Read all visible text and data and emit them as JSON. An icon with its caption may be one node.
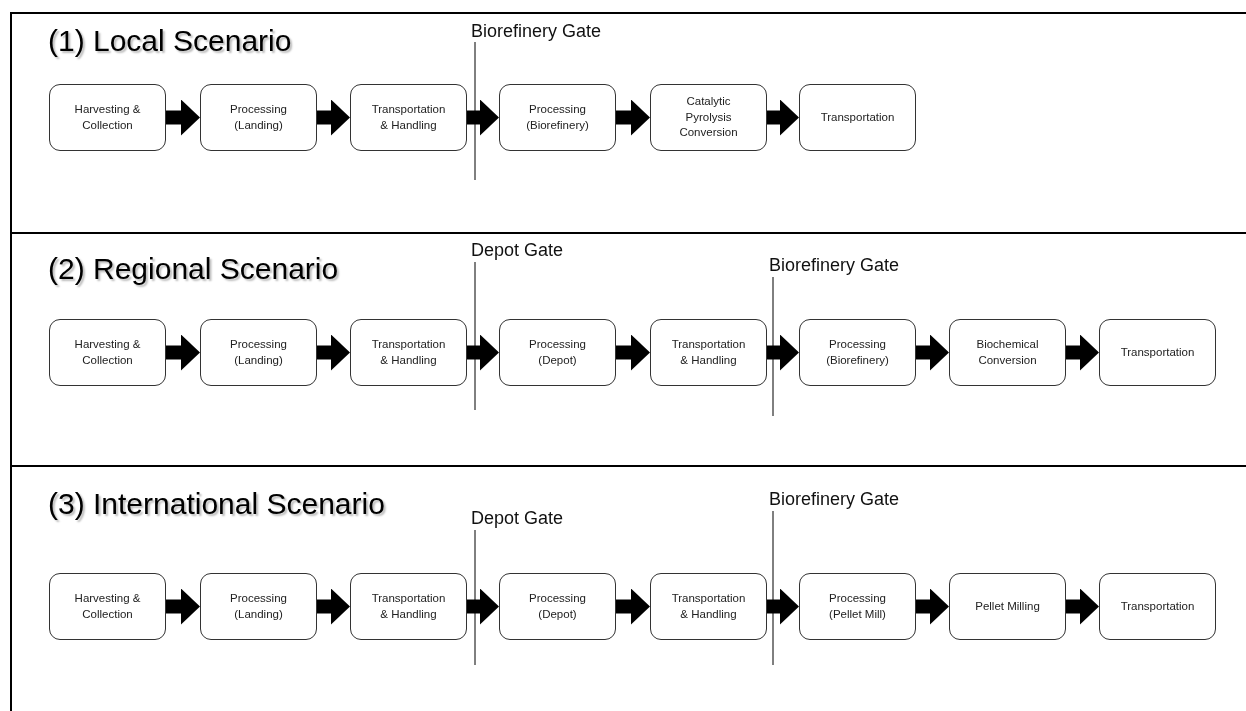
{
  "diagram": {
    "nodes": [
      {
        "text": [
          "(1) Local Scenario"
        ]
      },
      {
        "text": [
          "Harvesting & Collection"
        ],
        "in": 0
      },
      {
        "text": [
          "Processing (Landing)"
        ],
        "in": 0
      },
      {
        "text": [
          "Transportation & Handling"
        ],
        "in": 0
      },
      {
        "text": [
          "Processing (Biorefinery)"
        ],
        "in": 0
      },
      {
        "text": [
          "Catalytic Pyrolysis Conversion"
        ],
        "in": 0
      },
      {
        "text": [
          "Transportation"
        ],
        "in": 0
      },
      {
        "text": [
          "(2) Regional Scenario"
        ]
      },
      {
        "text": [
          "Harvesting & Collection"
        ],
        "in": 7
      },
      {
        "text": [
          "Processing (Landing)"
        ],
        "in": 7
      },
      {
        "text": [
          "Transportation & Handling"
        ],
        "in": 7
      },
      {
        "text": [
          "Processing (Depot)"
        ],
        "in": 7
      },
      {
        "text": [
          "Transportation & Handling"
        ],
        "in": 7
      },
      {
        "text": [
          "Processing (Biorefinery)"
        ],
        "in": 7
      },
      {
        "text": [
          "Biochemical Conversion"
        ],
        "in": 7
      },
      {
        "text": [
          "Transportation"
        ],
        "in": 7
      },
      {
        "text": [
          "(3) International Scenario"
        ]
      },
      {
        "text": [
          "Harvesting & Collection"
        ],
        "in": 16
      },
      {
        "text": [
          "Processing (Landing)"
        ],
        "in": 16
      },
      {
        "text": [
          "Transportation & Handling"
        ],
        "in": 16
      },
      {
        "text": [
          "Processing (Depot)"
        ],
        "in": 16
      },
      {
        "text": [
          "Transportation & Handling"
        ],
        "in": 16
      },
      {
        "text": [
          "Processing (Pellet Mill)"
        ],
        "in": 16
      },
      {
        "text": [
          "Pellet Milling"
        ],
        "in": 16
      },
      {
        "text": [
          "Transportation"
        ],
        "in": 16
      }
    ],
    "edges": [
      {
        "from": 1,
        "to": 2,
        "arrow": "to"
      },
      {
        "from": 2,
        "to": 3,
        "arrow": "to"
      },
      {
        "from": 3,
        "to": 4,
        "arrow": "to"
      },
      {
        "from": 4,
        "to": 5,
        "arrow": "to"
      },
      {
        "from": 5,
        "to": 6,
        "arrow": "to"
      },
      {
        "from": 8,
        "to": 9,
        "arrow": "to"
      },
      {
        "from": 9,
        "to": 10,
        "arrow": "to"
      },
      {
        "from": 10,
        "to": 11,
        "arrow": "to"
      },
      {
        "from": 11,
        "to": 12,
        "arrow": "to"
      },
      {
        "from": 12,
        "to": 13,
        "arrow": "to"
      },
      {
        "from": 13,
        "to": 14,
        "arrow": "to"
      },
      {
        "from": 14,
        "to": 15,
        "arrow": "to"
      },
      {
        "from": 17,
        "to": 18,
        "arrow": "to"
      },
      {
        "from": 18,
        "to": 19,
        "arrow": "to"
      },
      {
        "from": 19,
        "to": 20,
        "arrow": "to"
      },
      {
        "from": 20,
        "to": 21,
        "arrow": "to"
      },
      {
        "from": 21,
        "to": 22,
        "arrow": "to"
      },
      {
        "from": 22,
        "to": 23,
        "arrow": "to"
      },
      {
        "from": 23,
        "to": 24,
        "arrow": "to"
      }
    ],
    "labels": [
      "Biorefinery Gate",
      "Depot Gate",
      "Biorefinery Gate",
      "Biorefinery Gate",
      "Depot Gate"
    ]
  }
}
